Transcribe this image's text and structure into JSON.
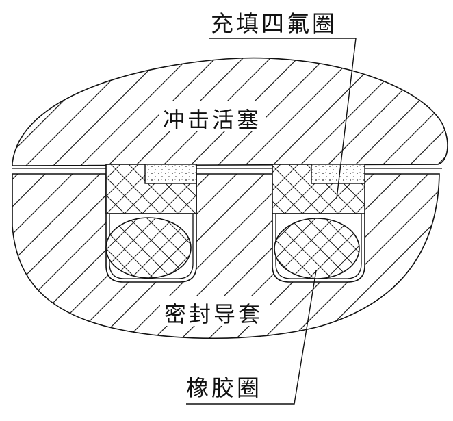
{
  "labels": {
    "ptfe_ring": "充填四氟圈",
    "impact_piston": "冲击活塞",
    "seal_guide_sleeve": "密封导套",
    "rubber_ring": "橡胶圈"
  },
  "colors": {
    "line": "#111111",
    "background": "#ffffff"
  }
}
